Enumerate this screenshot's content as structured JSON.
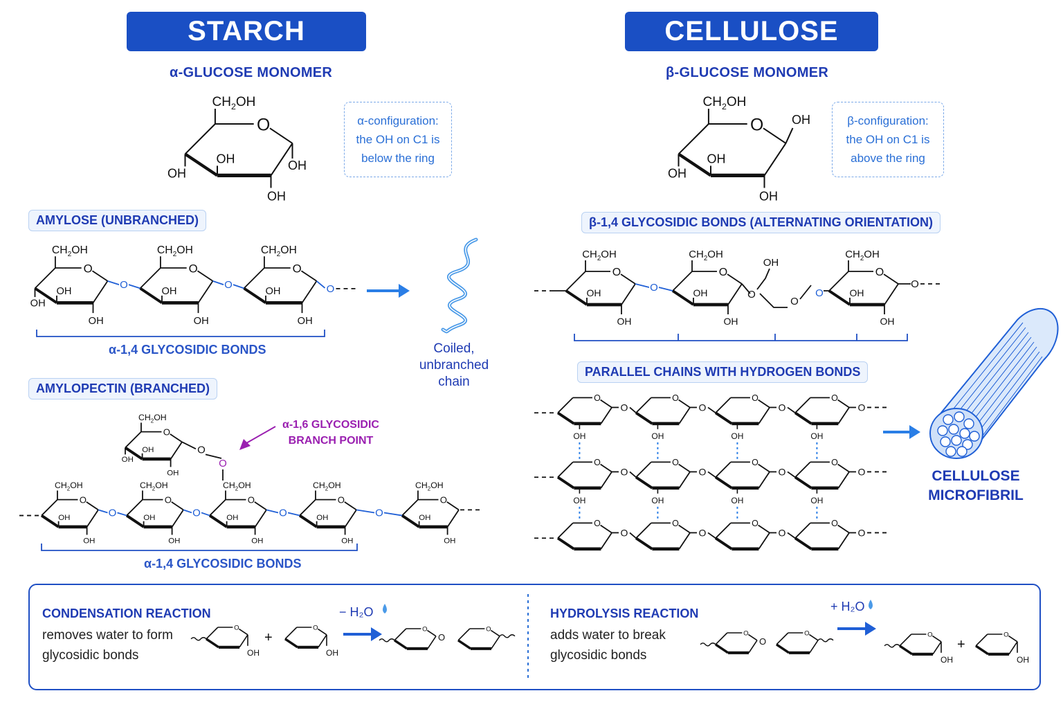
{
  "starch": {
    "title": "STARCH",
    "monomer_title": "α-GLUCOSE MONOMER",
    "note": "α-configuration: the OH on C1 is below the ring",
    "note_lines": [
      "α-configuration:",
      "the OH on C1 is",
      "below the ring"
    ],
    "amylose": {
      "title": "AMYLOSE (UNBRANCHED)",
      "bonds_caption": "α-1,4 GLYCOSIDIC BONDS",
      "coil_label_lines": [
        "Coiled,",
        "unbranched",
        "chain"
      ]
    },
    "amylopectin": {
      "title": "AMYLOPECTIN (BRANCHED)",
      "bonds_caption": "α-1,4 GLYCOSIDIC BONDS",
      "branch_label_lines": [
        "α-1,6 GLYCOSIDIC",
        "BRANCH POINT"
      ]
    }
  },
  "cellulose": {
    "title": "CELLULOSE",
    "monomer_title": "β-GLUCOSE MONOMER",
    "note_lines": [
      "β-configuration:",
      "the OH on C1 is",
      "above the ring"
    ],
    "chain_title": "β-1,4 GLYCOSIDIC BONDS (ALTERNATING ORIENTATION)",
    "parallel_title": "PARALLEL CHAINS WITH HYDROGEN BONDS",
    "microfibril_lines": [
      "CELLULOSE",
      "MICROFIBRIL"
    ]
  },
  "reactions": {
    "condensation": {
      "title": "CONDENSATION REACTION",
      "desc_lines": [
        "removes water to form",
        "glycosidic bonds"
      ],
      "water": "− H₂O",
      "plus": "+"
    },
    "hydrolysis": {
      "title": "HYDROLYSIS REACTION",
      "desc_lines": [
        "adds water to break",
        "glycosidic bonds"
      ],
      "water": "+ H₂O",
      "plus": "+"
    }
  },
  "colors": {
    "banner": "#1a4fc4",
    "accent": "#2a6fd6",
    "branch": "#9a1fb0",
    "ink": "#111111"
  }
}
